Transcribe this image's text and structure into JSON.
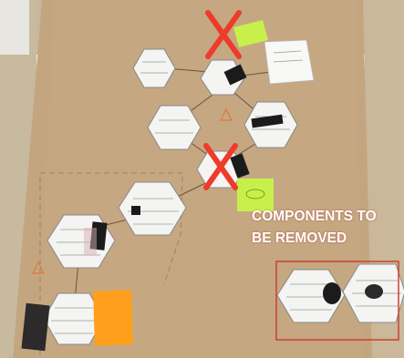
{
  "annotation": {
    "lines": [
      "COMPONENTS TO",
      "BE REMOVED"
    ],
    "color": "#ff3b2f"
  },
  "marks": {
    "cross_color": "#ee3b2a",
    "box_color": "#c84232",
    "count_crossed_components": 2
  },
  "scene": {
    "board_color": "#c3a680",
    "sticky_note_colors": [
      "#c8f04a",
      "#ff9f1c"
    ]
  }
}
